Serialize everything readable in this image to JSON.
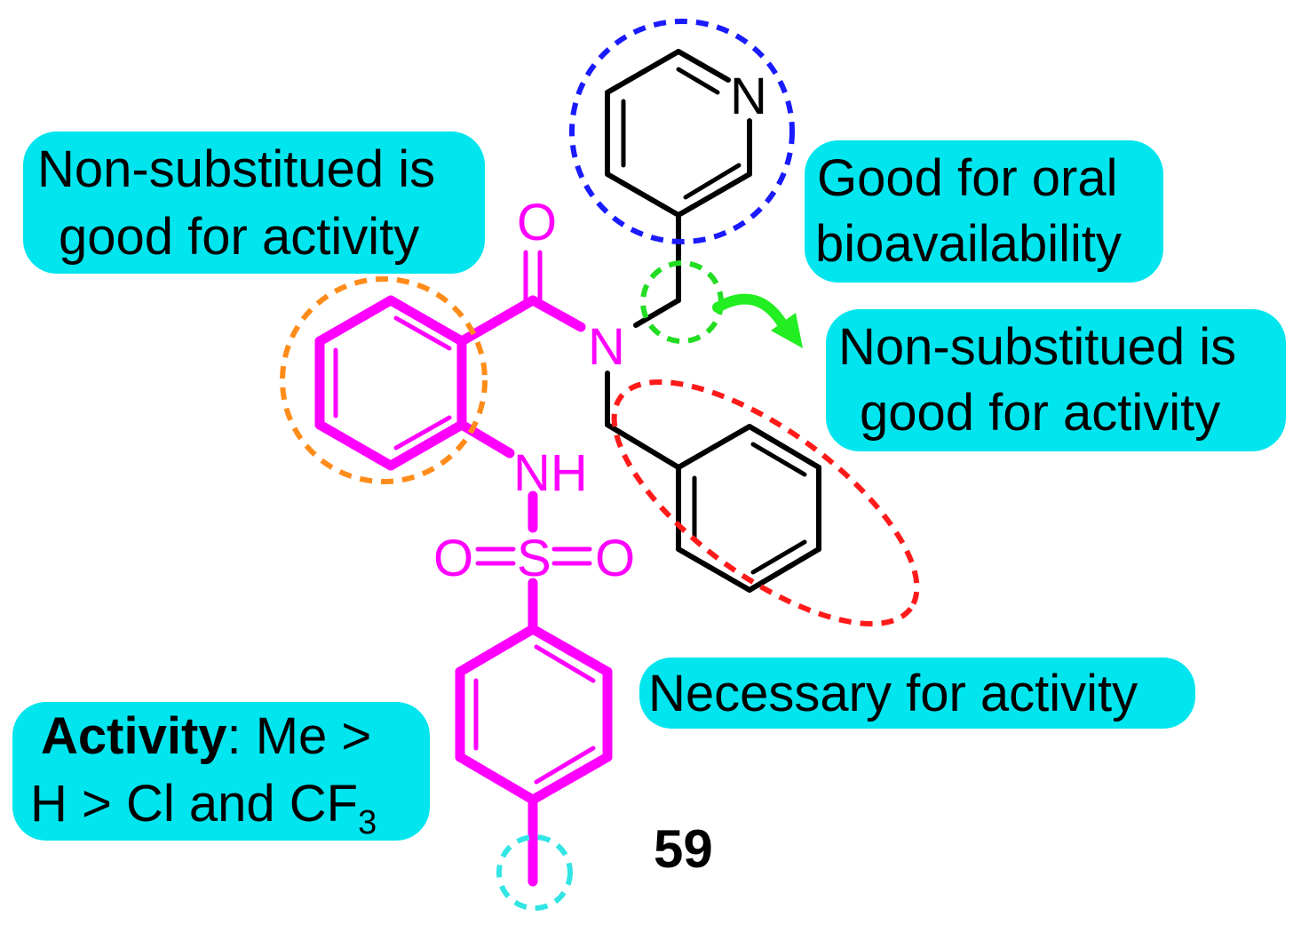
{
  "annotations": {
    "top_left_line1": "Non-substitued is",
    "top_left_line2": "good for activity",
    "top_right_line1": "Good for oral",
    "top_right_line2": "bioavailability",
    "mid_right_line1": "Non-substitued is",
    "mid_right_line2": "good for activity",
    "bottom_right": "Necessary for activity",
    "bottom_left_bold": "Activity",
    "bottom_left_rest1": ": Me >",
    "bottom_left_line2": "H > Cl and CF",
    "bottom_left_sub": "3"
  },
  "atoms": {
    "oxygen": "O",
    "nitrogen_amide": "N",
    "nitrogen_pyridine": "N",
    "nh": "NH",
    "sulfur": "S",
    "oxygen_left": "O",
    "oxygen_right": "O"
  },
  "compound_number": "59",
  "colors": {
    "highlight_box": "#00e5ee",
    "core_structure": "#ff00ff",
    "pyridine_circle": "#1a1aff",
    "benzyl_ellipse": "#ff1a1a",
    "benzoyl_circle": "#ff8c1a",
    "methylene_circle": "#22dd22",
    "methyl_circle": "#33e5e5",
    "arrow": "#22ee22"
  }
}
